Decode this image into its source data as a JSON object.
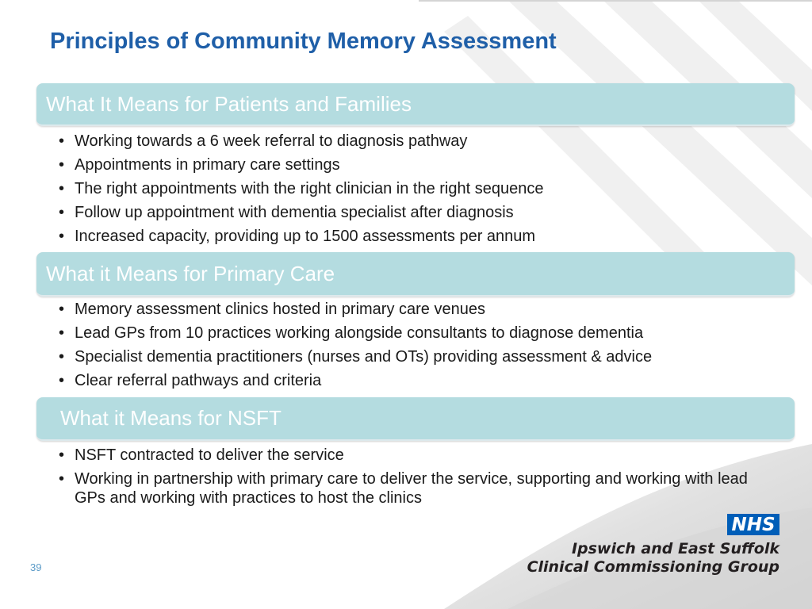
{
  "slide": {
    "title": "Principles of Community Memory Assessment",
    "page_number": "39"
  },
  "sections": [
    {
      "header": "What It Means for Patients and Families",
      "bullets": [
        "Working towards a 6 week referral to diagnosis pathway",
        "Appointments in primary care settings",
        "The right appointments with the right clinician in the right sequence",
        "Follow up appointment with dementia specialist after diagnosis",
        "Increased capacity, providing up to 1500 assessments per annum"
      ]
    },
    {
      "header": "What it Means for Primary Care",
      "bullets": [
        "Memory assessment clinics hosted in primary care venues",
        "Lead GPs from 10 practices working alongside consultants to diagnose dementia",
        "Specialist dementia practitioners (nurses and OTs) providing assessment & advice",
        "Clear referral pathways and criteria"
      ]
    },
    {
      "header": "What it Means for NSFT",
      "bullets": [
        "NSFT contracted to deliver the service",
        "Working in partnership with primary care to deliver the service, supporting and working with lead GPs and working with practices to host the clinics"
      ]
    }
  ],
  "branding": {
    "nhs_logo_text": "NHS",
    "org_line_1": "Ipswich and East Suffolk",
    "org_line_2": "Clinical Commissioning Group",
    "nhs_blue": "#005eb8",
    "header_color": "#b4dce0",
    "title_color": "#1f5fa8"
  }
}
